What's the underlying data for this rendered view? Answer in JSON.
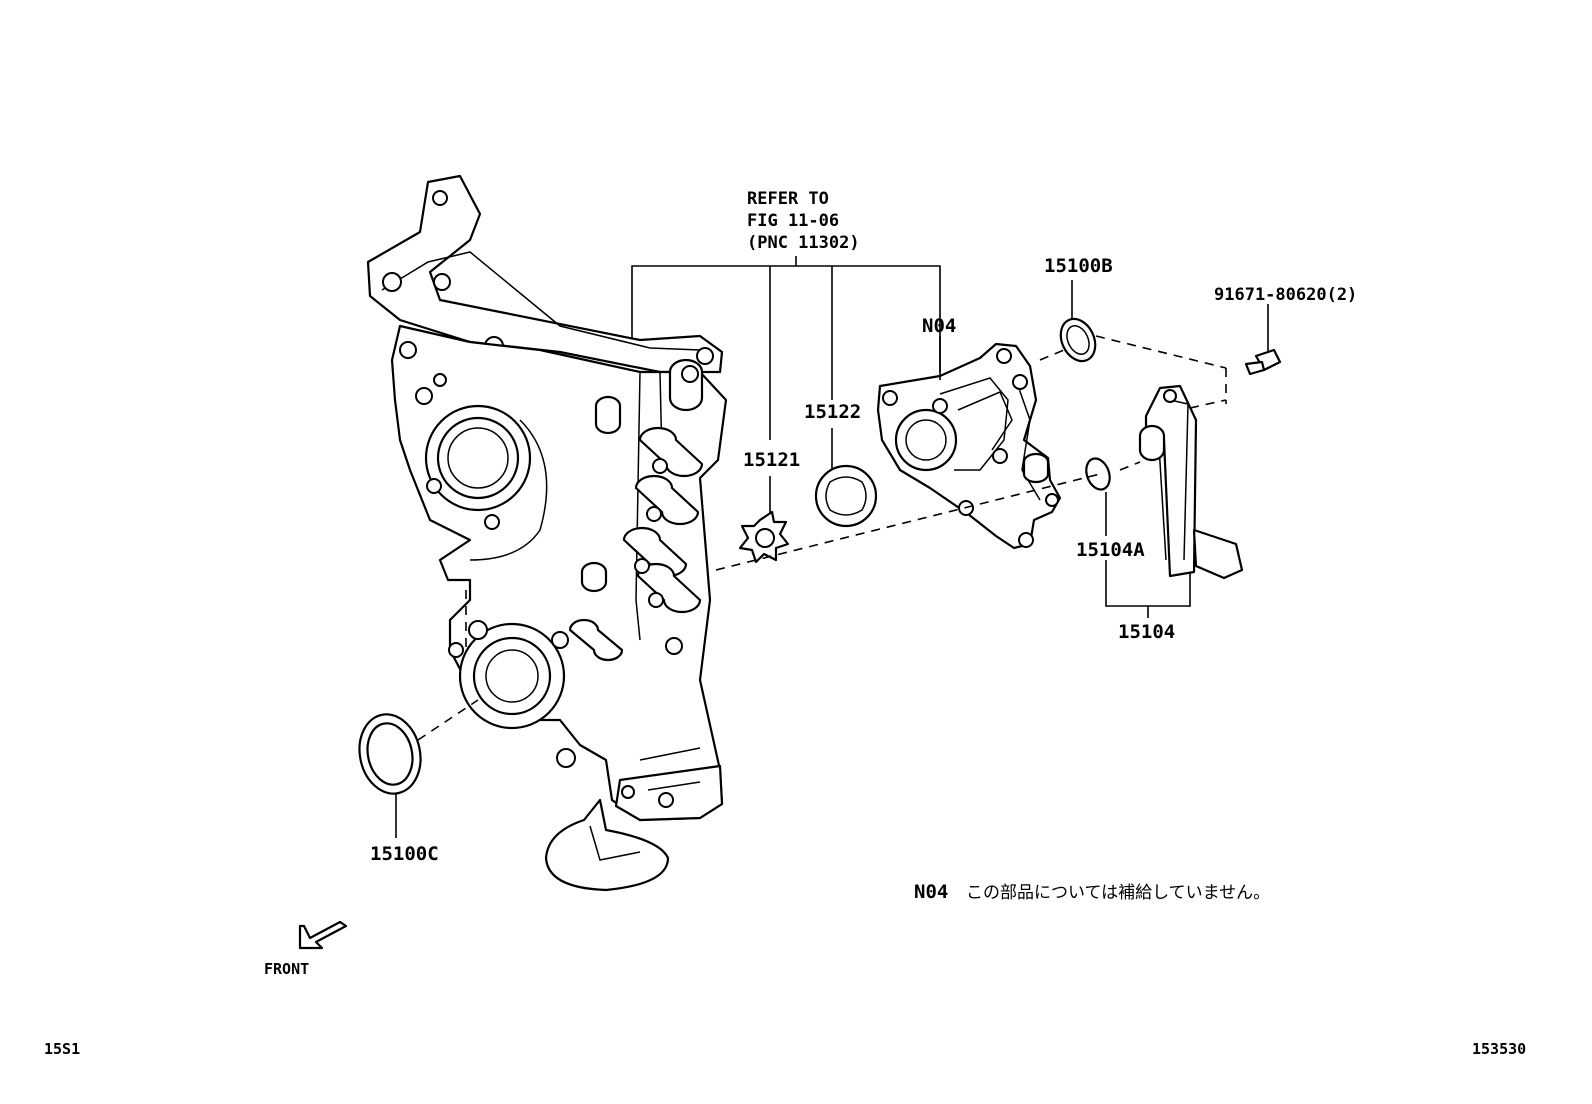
{
  "refer": {
    "line1": "REFER TO",
    "line2": "FIG 11-06",
    "line3": "(PNC 11302)"
  },
  "callouts": {
    "c15100B": "15100B",
    "c91671": "91671-80620(2)",
    "cN04": "N04",
    "c15122": "15122",
    "c15121": "15121",
    "c15104A": "15104A",
    "c15104": "15104",
    "c15100C": "15100C"
  },
  "note": {
    "code": "N04",
    "text": "この部品については補給していません。"
  },
  "front_label": "FRONT",
  "footer": {
    "left_code": "15S1",
    "right_code": "153530"
  },
  "icons": {
    "front_arrow": "front-arrow-icon"
  }
}
